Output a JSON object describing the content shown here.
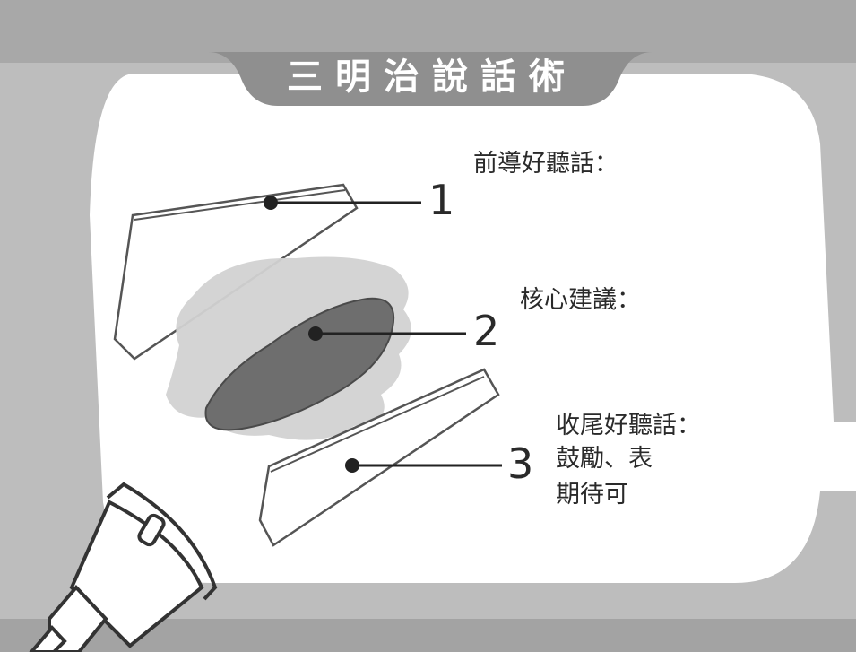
{
  "title": "三明治說話術",
  "items": [
    {
      "number": "1",
      "label": "前導好聽話："
    },
    {
      "number": "2",
      "label": "核心建議："
    },
    {
      "number": "3",
      "label": "收尾好聽話：",
      "lines": [
        "鼓勵、表",
        "期待可"
      ]
    }
  ],
  "colors": {
    "outer_background": "#bdbdbd",
    "bubble": "#ffffff",
    "title_banner": "#8f8f8f",
    "filling": "#6e6e6e",
    "lettuce": "#d2d2d2"
  },
  "icons": [
    "megaphone-icon"
  ]
}
